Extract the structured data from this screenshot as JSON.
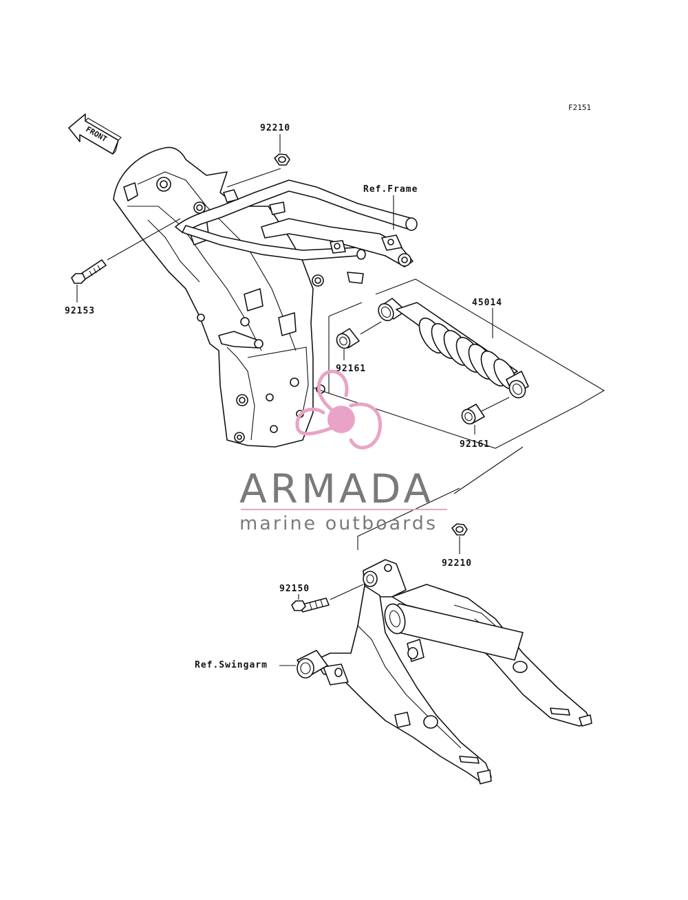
{
  "figure_id": "F2151",
  "direction_label": "FRONT",
  "callouts": {
    "nut_top": "92210",
    "ref_frame": "Ref.Frame",
    "bolt_upper": "92153",
    "shock_absorber": "45014",
    "bushing_upper": "92161",
    "bushing_lower": "92161",
    "nut_lower": "92210",
    "bolt_lower": "92150",
    "ref_swingarm": "Ref.Swingarm"
  },
  "watermark": {
    "title": "ARMADA",
    "subtitle": "marine outboards",
    "accent_color": "#e9a3c6",
    "text_color": "#7a7a7a"
  },
  "colors": {
    "line": "#111111",
    "background": "#ffffff"
  }
}
